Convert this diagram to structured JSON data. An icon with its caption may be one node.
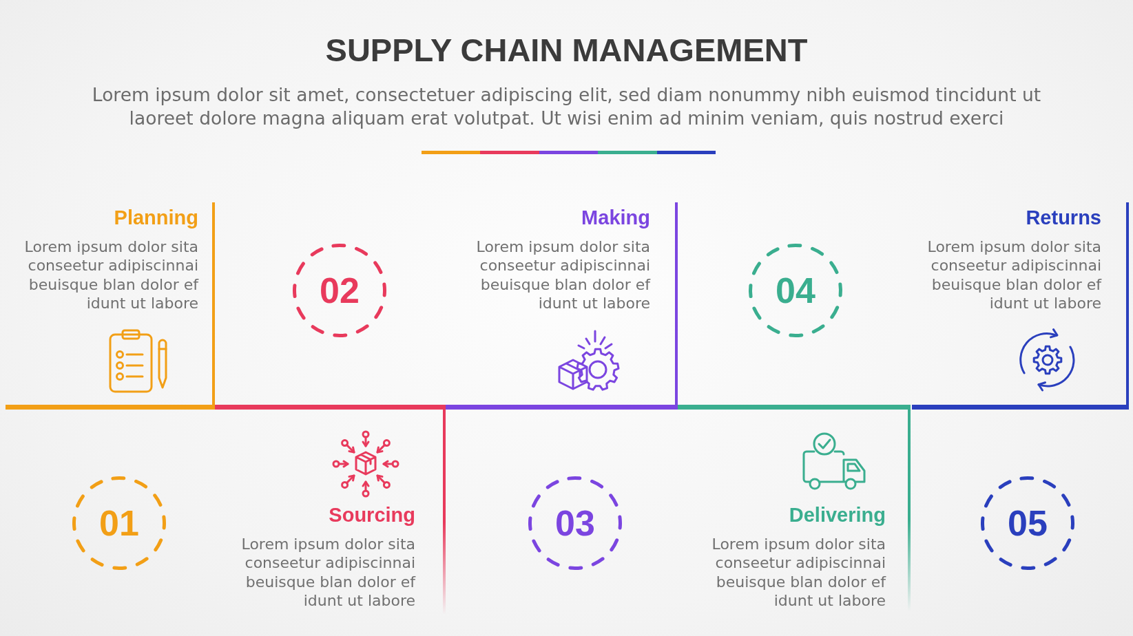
{
  "diagram": {
    "title": "SUPPLY CHAIN MANAGEMENT",
    "nodes": [
      {
        "text": [
          "Planning",
          "Lorem ipsum dolor sita conseetur adipiscinnai beuisque blan dolor ef idunt ut labore"
        ]
      },
      {
        "text": [
          "02"
        ]
      },
      {
        "text": [
          "Making",
          "Lorem ipsum dolor sita conseetur adipiscinnai beuisque blan dolor ef idunt ut labore"
        ]
      },
      {
        "text": [
          "04"
        ]
      },
      {
        "text": [
          "Returns",
          "Lorem ipsum dolor sita conseetur adipiscinnai beuisque blan dolor ef idunt ut labore"
        ]
      },
      {
        "text": [
          "01"
        ]
      },
      {
        "text": [
          "Sourcing",
          "Lorem ipsum dolor sita conseetur adipiscinnai beuisque blan dolor ef idunt ut labore"
        ]
      },
      {
        "text": [
          "03"
        ]
      },
      {
        "text": [
          "Delivering",
          "Lorem ipsum dolor sita conseetur adipiscinnai beuisque blan dolor ef idunt ut labore"
        ]
      },
      {
        "text": [
          "05"
        ]
      }
    ],
    "labels": [
      "Lorem ipsum dolor sit amet, consectetuer adipiscing elit, sed diam nonummy nibh euismod tincidunt ut laoreet dolore magna aliquam erat volutpat. Ut wisi enim ad minim veniam, quis nostrud exerci"
    ]
  }
}
